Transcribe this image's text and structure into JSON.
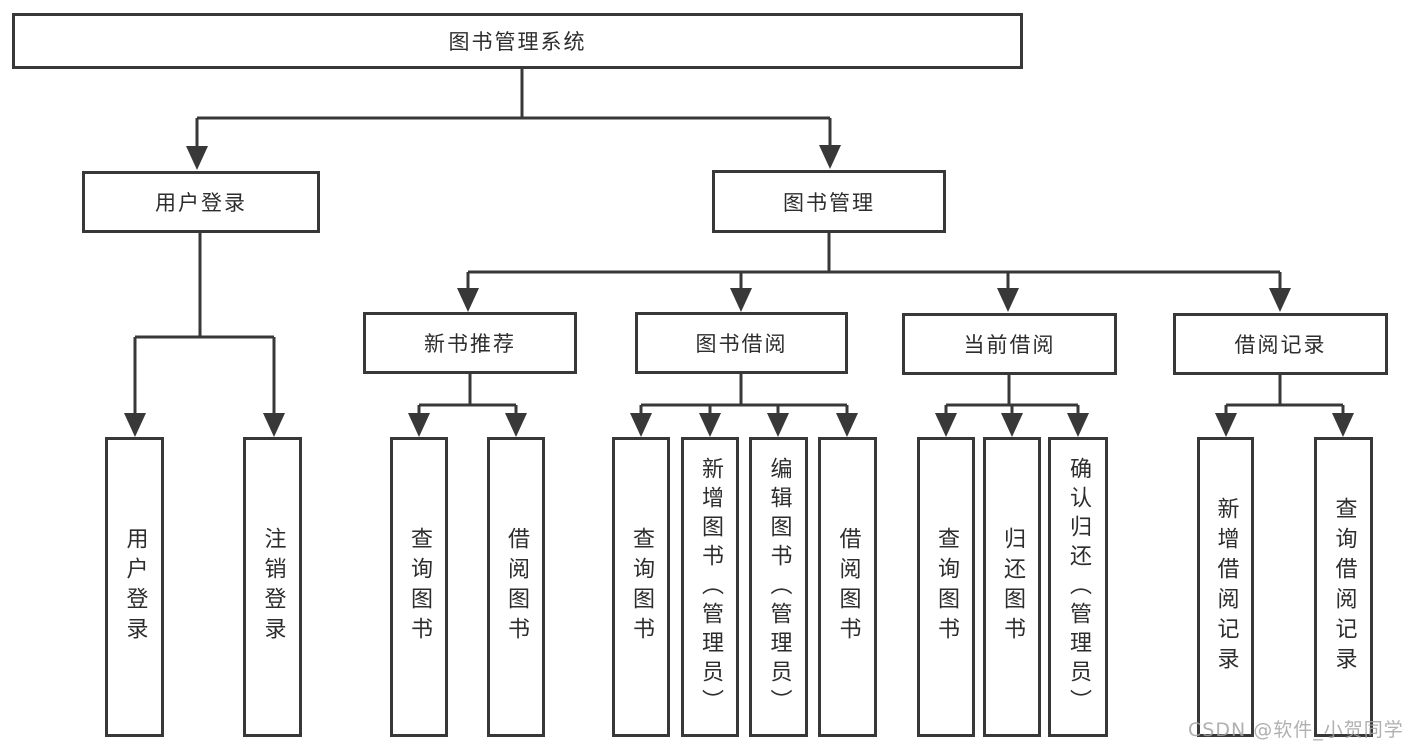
{
  "tree": {
    "root": "图书管理系统",
    "level2": [
      "用户登录",
      "图书管理"
    ],
    "level3": [
      "新书推荐",
      "图书借阅",
      "当前借阅",
      "借阅记录"
    ],
    "leaves": [
      "用户登录",
      "注销登录",
      "查询图书",
      "借阅图书",
      "查询图书",
      "新增图书（管理员）",
      "编辑图书（管理员）",
      "借阅图书",
      "查询图书",
      "归还图书",
      "确认归还（管理员）",
      "新增借阅记录",
      "查询借阅记录"
    ]
  },
  "watermark": "CSDN @软件_小贺同学",
  "colors": {
    "line": "#383838",
    "box_border": "#383838",
    "box_background": "#ffffff",
    "text": "#2d2d2d",
    "watermark": "#a2a2a2"
  }
}
